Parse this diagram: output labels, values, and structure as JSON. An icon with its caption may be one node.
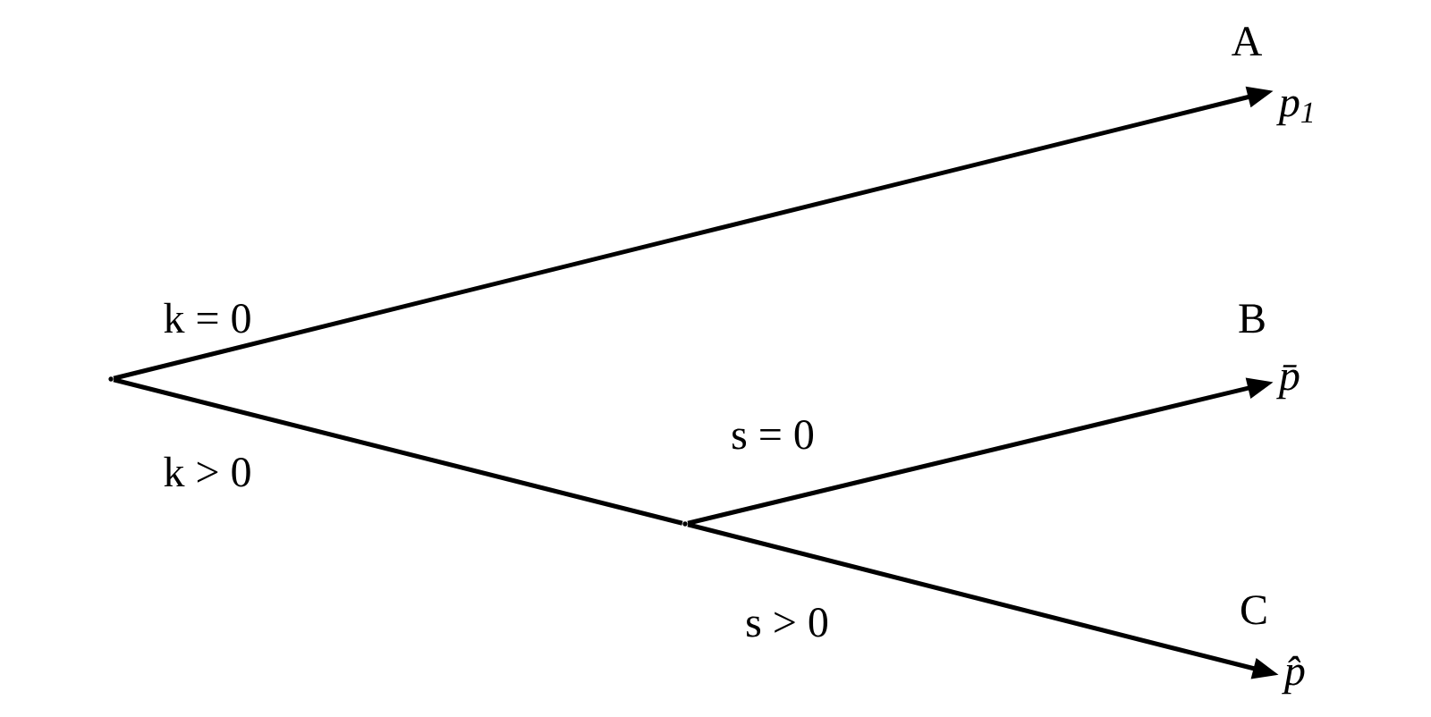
{
  "diagram": {
    "nodes": [
      {
        "text": [],
        "shape": "point"
      },
      {
        "text": [],
        "shape": "point"
      },
      {
        "text": [
          "A",
          "p$_{1}$"
        ]
      },
      {
        "text": [
          "B",
          "p̄"
        ]
      },
      {
        "text": [
          "C",
          "p̂"
        ]
      }
    ],
    "edges": [
      {
        "from": 0,
        "to": 2,
        "arrow": "to",
        "label": "k = 0"
      },
      {
        "from": 0,
        "to": 1,
        "arrow": "none",
        "label": "k > 0"
      },
      {
        "from": 1,
        "to": 3,
        "arrow": "to",
        "label": "s = 0"
      },
      {
        "from": 1,
        "to": 4,
        "arrow": "to",
        "label": "s > 0"
      }
    ]
  }
}
